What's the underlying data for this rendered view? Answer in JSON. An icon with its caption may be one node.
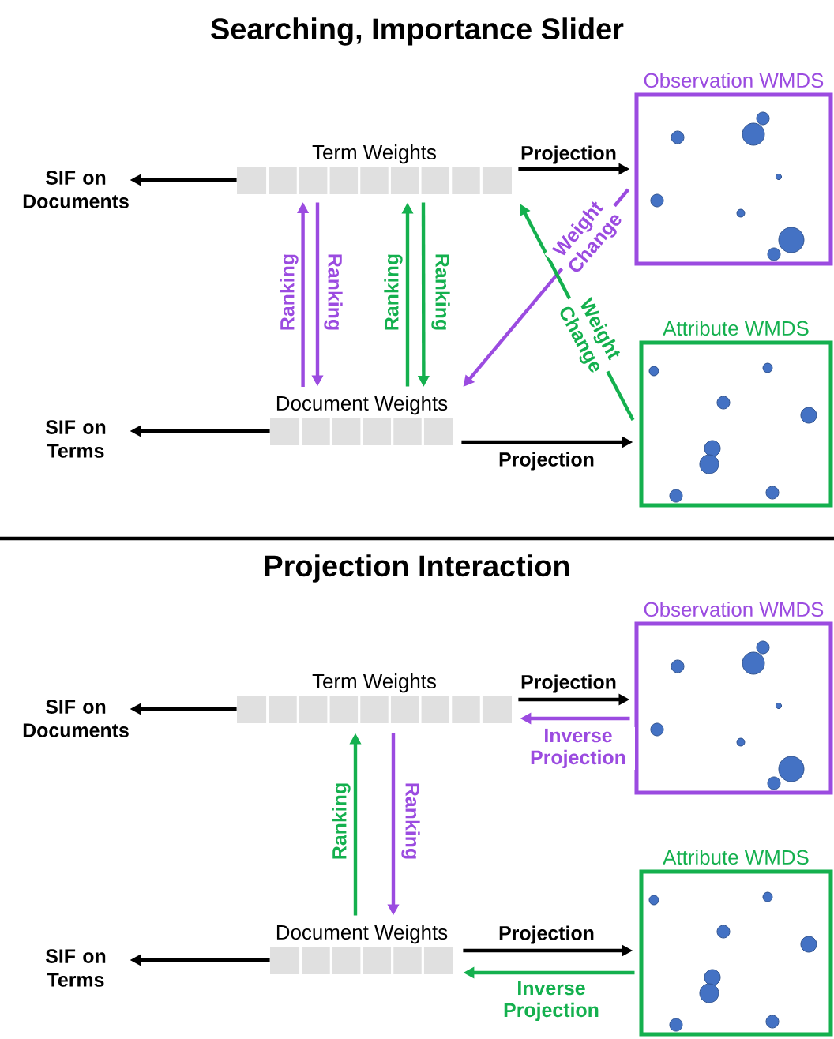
{
  "diagram": {
    "nodes": [
      {
        "text": [
          "SIF on Documents"
        ]
      },
      {
        "text": [
          "Term Weights"
        ]
      },
      {
        "text": [
          "Document Weights"
        ]
      },
      {
        "text": [
          "SIF on Terms"
        ]
      },
      {
        "text": [
          "Observation WMDS"
        ]
      },
      {
        "text": [
          "Attribute WMDS"
        ]
      },
      {
        "text": [
          "SIF on Documents"
        ]
      },
      {
        "text": [
          "Term Weights"
        ]
      },
      {
        "text": [
          "Document Weights"
        ]
      },
      {
        "text": [
          "SIF on Terms"
        ]
      },
      {
        "text": [
          "Observation WMDS"
        ]
      },
      {
        "text": [
          "Attribute WMDS"
        ]
      }
    ],
    "edges": [
      {
        "from": 1,
        "to": 0,
        "arrow": "to"
      },
      {
        "from": 2,
        "to": 3,
        "arrow": "to"
      },
      {
        "from": 1,
        "to": 4,
        "arrow": "to",
        "label": "Projection"
      },
      {
        "from": 2,
        "to": 5,
        "arrow": "to",
        "label": "Projection"
      },
      {
        "from": 2,
        "to": 1,
        "arrow": "to",
        "label": "Ranking",
        "color": "#9b4be0"
      },
      {
        "from": 1,
        "to": 2,
        "arrow": "to",
        "label": "Ranking",
        "color": "#9b4be0"
      },
      {
        "from": 2,
        "to": 1,
        "arrow": "to",
        "label": "Ranking",
        "color": "#14b04e"
      },
      {
        "from": 1,
        "to": 2,
        "arrow": "to",
        "label": "Ranking",
        "color": "#14b04e"
      },
      {
        "from": 4,
        "to": 2,
        "arrow": "to",
        "label": "Weight Change",
        "color": "#9b4be0"
      },
      {
        "from": 5,
        "to": 1,
        "arrow": "to",
        "label": "Weight Change",
        "color": "#14b04e"
      },
      {
        "from": 7,
        "to": 6,
        "arrow": "to"
      },
      {
        "from": 8,
        "to": 9,
        "arrow": "to"
      },
      {
        "from": 7,
        "to": 10,
        "arrow": "to",
        "label": "Projection"
      },
      {
        "from": 10,
        "to": 7,
        "arrow": "to",
        "label": "Inverse Projection",
        "color": "#9b4be0"
      },
      {
        "from": 8,
        "to": 11,
        "arrow": "to",
        "label": "Projection"
      },
      {
        "from": 11,
        "to": 8,
        "arrow": "to",
        "label": "Inverse Projection",
        "color": "#14b04e"
      },
      {
        "from": 8,
        "to": 7,
        "arrow": "to",
        "label": "Ranking",
        "color": "#14b04e"
      },
      {
        "from": 7,
        "to": 8,
        "arrow": "to",
        "label": "Ranking",
        "color": "#9b4be0"
      }
    ],
    "labels": [
      "Searching, Importance Slider",
      "Projection Interaction"
    ]
  }
}
